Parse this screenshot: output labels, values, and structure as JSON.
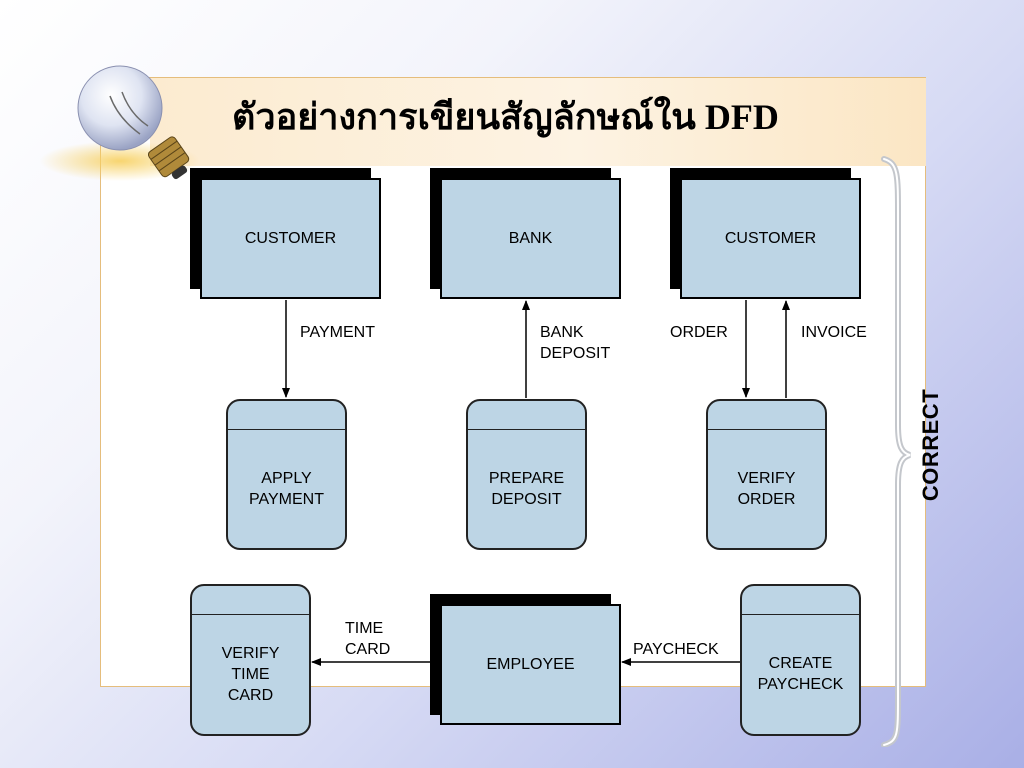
{
  "slide": {
    "title": "ตัวอย่างการเขียนสัญลักษณ์ใน DFD",
    "bracket_label": "CORRECT"
  },
  "entities": {
    "customer_left": "CUSTOMER",
    "bank": "BANK",
    "customer_right": "CUSTOMER",
    "employee": "EMPLOYEE"
  },
  "processes": {
    "apply_payment": "APPLY\nPAYMENT",
    "prepare_deposit": "PREPARE\nDEPOSIT",
    "verify_order": "VERIFY\nORDER",
    "verify_time_card": "VERIFY\nTIME\nCARD",
    "create_paycheck": "CREATE\nPAYCHECK"
  },
  "flows": {
    "payment": "PAYMENT",
    "bank_deposit": "BANK\nDEPOSIT",
    "order": "ORDER",
    "invoice": "INVOICE",
    "time_card": "TIME\nCARD",
    "paycheck": "PAYCHECK"
  },
  "colors": {
    "symbol_fill": "#bdd5e5",
    "title_band": "#fcebd0",
    "panel_border": "#e5bd7c"
  }
}
